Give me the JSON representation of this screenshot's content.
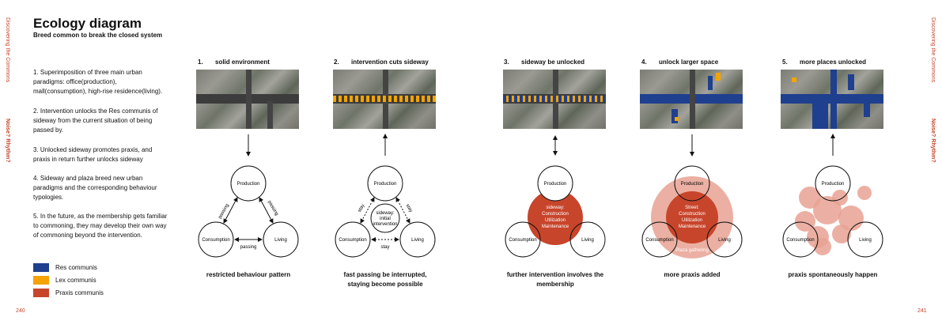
{
  "left_sidebar": {
    "top": "Discovering the Commons",
    "bottom": "Noise? Rhythm?"
  },
  "right_sidebar": {
    "top": "Discovering the Commons",
    "bottom": "Noise? Rhythm?"
  },
  "title": "Ecology diagram",
  "subtitle": "Breed common to break the closed system",
  "paragraphs": [
    "1. Superimposition of three main urban paradigms: office(production), mall(consumption), high-rise residence(living).",
    "2. Intervention unlocks the Res communis of sideway from the current situation of being passed by.",
    "3. Unlocked sideway promotes praxis, and praxis in return further unlocks sideway",
    "4. Sideway and plaza breed new urban paradigms and the corresponding behaviour typologies.",
    "5. In the future, as the membership gets familiar to commoning, they may develop their own way of commoning beyond the intervention."
  ],
  "legend": [
    {
      "label": "Res communis",
      "color": "#1f3f8f"
    },
    {
      "label": "Lex communis",
      "color": "#f4a300"
    },
    {
      "label": "Praxis communis",
      "color": "#c7452b"
    }
  ],
  "page_left": "240",
  "page_right": "241",
  "nodes": {
    "production": "Production",
    "consumption": "Consumption",
    "living": "Living"
  },
  "steps": [
    {
      "num": "1.",
      "title": "solid environment",
      "caption": "restricted behaviour pattern"
    },
    {
      "num": "2.",
      "title": "intervention cuts sideway",
      "caption": "fast passing be interrupted, staying become possible"
    },
    {
      "num": "3.",
      "title": "sideway be unlocked",
      "caption": "further intervention involves the membership"
    },
    {
      "num": "4.",
      "title": "unlock larger space",
      "caption": "more praxis added"
    },
    {
      "num": "5.",
      "title": "more places unlocked",
      "caption": "praxis spontaneously happen"
    }
  ],
  "diagram1": {
    "edge_label": "passing"
  },
  "diagram2": {
    "edge_label": "stay",
    "center": [
      "sideway:",
      "initial",
      "intervention"
    ]
  },
  "diagram3": {
    "center": [
      "sideway:",
      "Construction",
      "Utilization",
      "Maintenance"
    ]
  },
  "diagram4": {
    "center": [
      "Street:",
      "Construction",
      "Utilization",
      "Maintenance"
    ],
    "extra": "Plaza gathering"
  },
  "colors": {
    "accent": "#c7452b",
    "blue": "#1f3f8f",
    "orange": "#f4a300",
    "light_red": "#e8a293"
  }
}
